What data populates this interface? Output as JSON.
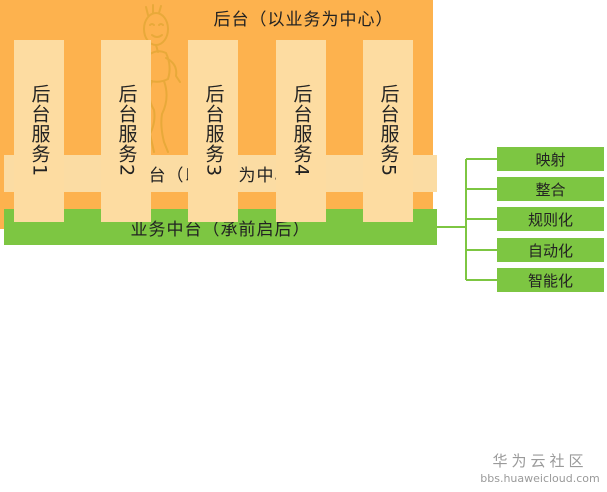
{
  "layers": {
    "front": "前台（以用户为中心）",
    "middle": "业务中台（承前启后）",
    "back": "后台（以业务为中心）"
  },
  "services": [
    "后台服务1",
    "后台服务2",
    "后台服务3",
    "后台服务4",
    "后台服务5"
  ],
  "capabilities": [
    "映射",
    "整合",
    "规则化",
    "自动化",
    "智能化"
  ],
  "watermark": {
    "name": "华为云社区",
    "url": "bbs.huaweicloud.com"
  },
  "colors": {
    "front": "#fbdca3",
    "middle": "#7dc642",
    "back": "#fdb24e",
    "service": "#fddca1",
    "runner_stroke": "#e8a93a"
  },
  "icons": {
    "figure": "running-stick-figure"
  }
}
